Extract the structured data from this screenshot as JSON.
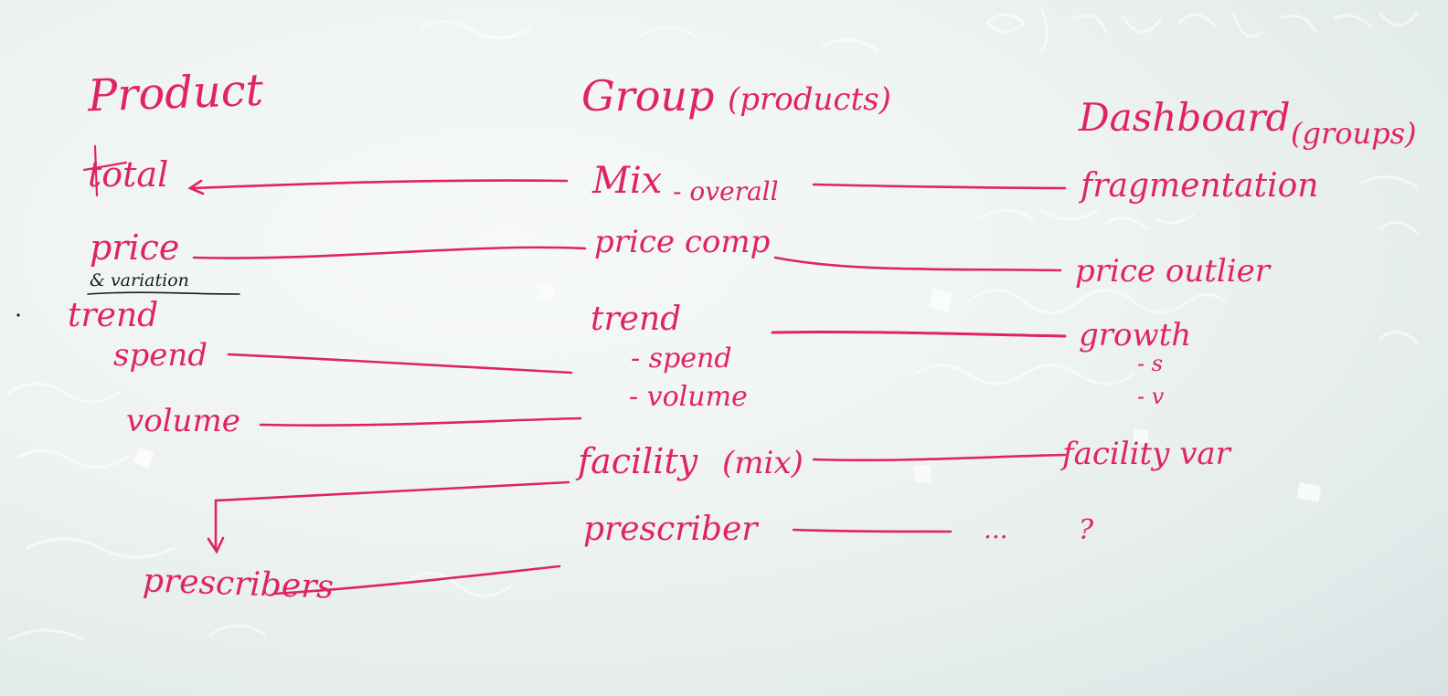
{
  "colors": {
    "marker": "#e0245e",
    "black_marker": "#1b1b1b"
  },
  "product": {
    "header": "Product",
    "total": "total",
    "price": "price",
    "variation": "& variation",
    "trend": "trend",
    "spend": "spend",
    "volume": "volume",
    "prescribers": "prescribers"
  },
  "group": {
    "header": "Group",
    "header_paren": "(products)",
    "mix": "Mix",
    "mix_suffix": "- overall",
    "price_comp": "price comp",
    "trend": "trend",
    "spend": "- spend",
    "volume": "- volume",
    "facility": "facility",
    "facility_paren": "(mix)",
    "prescriber": "prescriber"
  },
  "dashboard": {
    "header": "Dashboard",
    "header_paren": "(groups)",
    "fragmentation": "fragmentation",
    "price_outlier": "price outlier",
    "growth": "growth",
    "growth_s": "- s",
    "growth_v": "- v",
    "facility_var": "facility var",
    "prescriber_ellipsis": "...",
    "question": "?"
  }
}
